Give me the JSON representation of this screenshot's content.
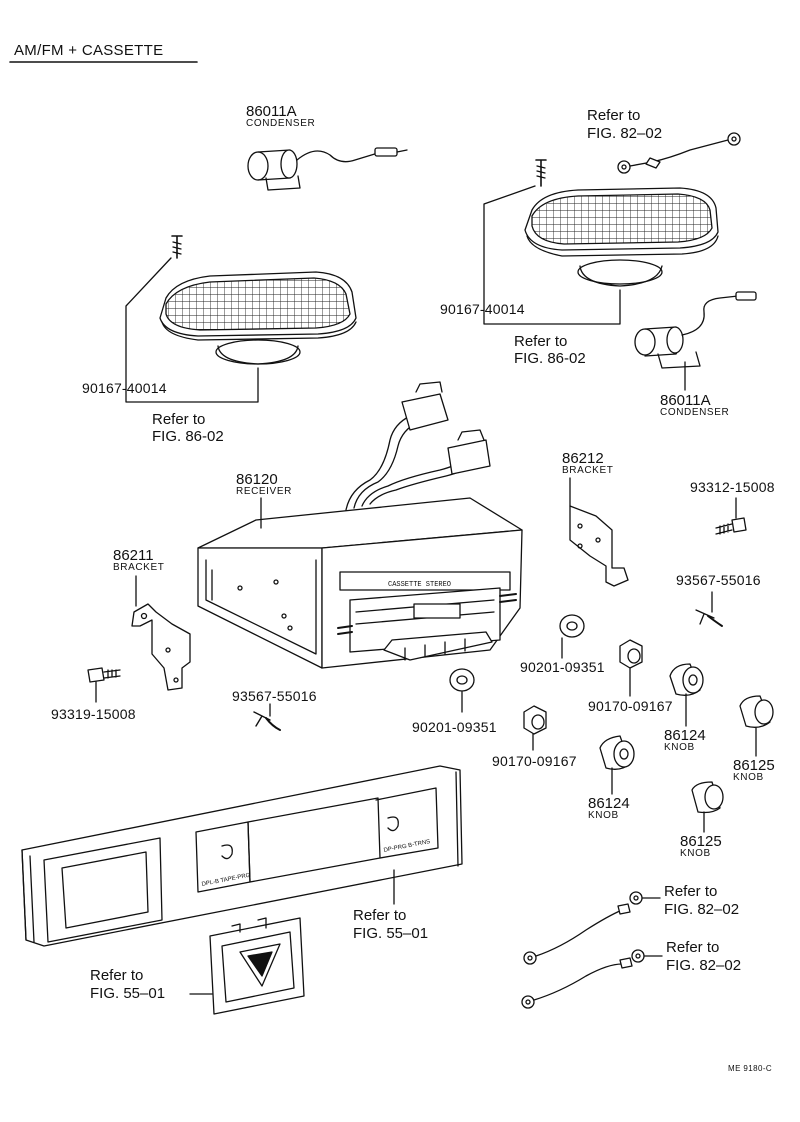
{
  "title": "AM/FM + CASSETTE",
  "figure_code": "ME 9180-C",
  "parts": {
    "condenser_top": {
      "number": "86011A",
      "name": "CONDENSER"
    },
    "condenser_right": {
      "number": "86011A",
      "name": "CONDENSER"
    },
    "screw_left_speaker": {
      "number": "90167-40014"
    },
    "screw_right_speaker": {
      "number": "90167-40014"
    },
    "receiver": {
      "number": "86120",
      "name": "RECEIVER"
    },
    "bracket_left": {
      "number": "86211",
      "name": "BRACKET"
    },
    "bracket_right": {
      "number": "86212",
      "name": "BRACKET"
    },
    "bolt_left": {
      "number": "93319-15008"
    },
    "bolt_right": {
      "number": "93312-15008"
    },
    "screw_center": {
      "number": "93567-55016"
    },
    "screw_right": {
      "number": "93567-55016"
    },
    "washer_upper": {
      "number": "90201-09351"
    },
    "washer_lower": {
      "number": "90201-09351"
    },
    "nut_upper": {
      "number": "90170-09167"
    },
    "nut_lower": {
      "number": "90170-09167"
    },
    "knob_124_upper": {
      "number": "86124",
      "name": "KNOB"
    },
    "knob_124_lower": {
      "number": "86124",
      "name": "KNOB"
    },
    "knob_125_upper": {
      "number": "86125",
      "name": "KNOB"
    },
    "knob_125_lower": {
      "number": "86125",
      "name": "KNOB"
    }
  },
  "references": {
    "ref_82_top": {
      "line1": "Refer to",
      "line2": "FIG. 82–02"
    },
    "ref_86_right": {
      "line1": "Refer to",
      "line2": "FIG. 86-02"
    },
    "ref_86_left": {
      "line1": "Refer to",
      "line2": "FIG. 86-02"
    },
    "ref_55_panel": {
      "line1": "Refer to",
      "line2": "FIG. 55–01"
    },
    "ref_55_button": {
      "line1": "Refer to",
      "line2": "FIG. 55–01"
    },
    "ref_82_cable1": {
      "line1": "Refer to",
      "line2": "FIG. 82–02"
    },
    "ref_82_cable2": {
      "line1": "Refer to",
      "line2": "FIG. 82–02"
    }
  }
}
